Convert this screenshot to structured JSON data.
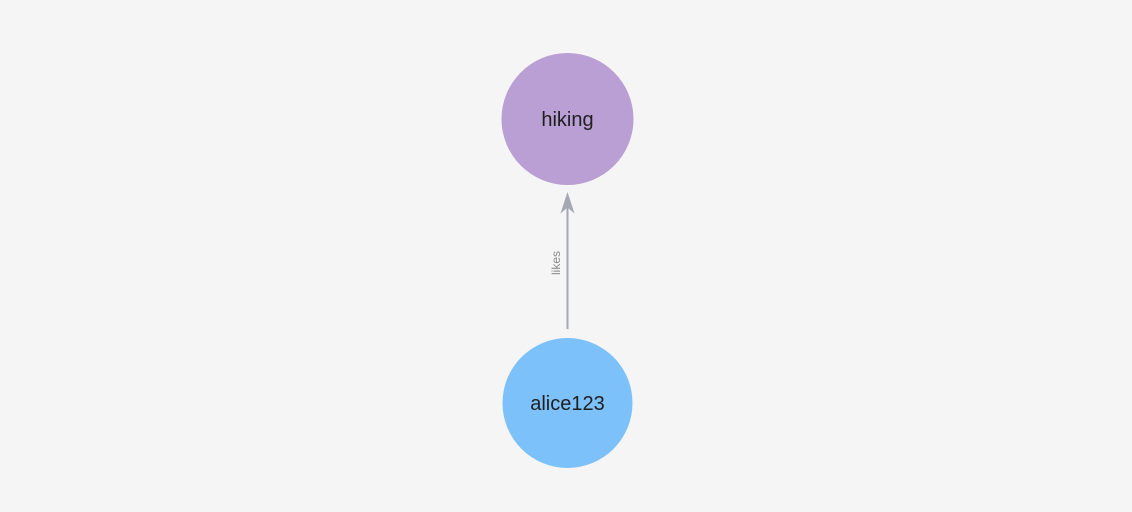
{
  "graph": {
    "colors": {
      "background": "#f5f5f6",
      "node_label": "#1f1f1f"
    },
    "nodes": [
      {
        "label": "hiking",
        "color": "#b99fd4"
      },
      {
        "label": "alice123",
        "color": "#7cc1fa"
      }
    ],
    "edge": {
      "label": "likes",
      "from": "alice123",
      "to": "hiking",
      "color": "#a5a8b2",
      "label_color": "#8c8c8c"
    }
  }
}
